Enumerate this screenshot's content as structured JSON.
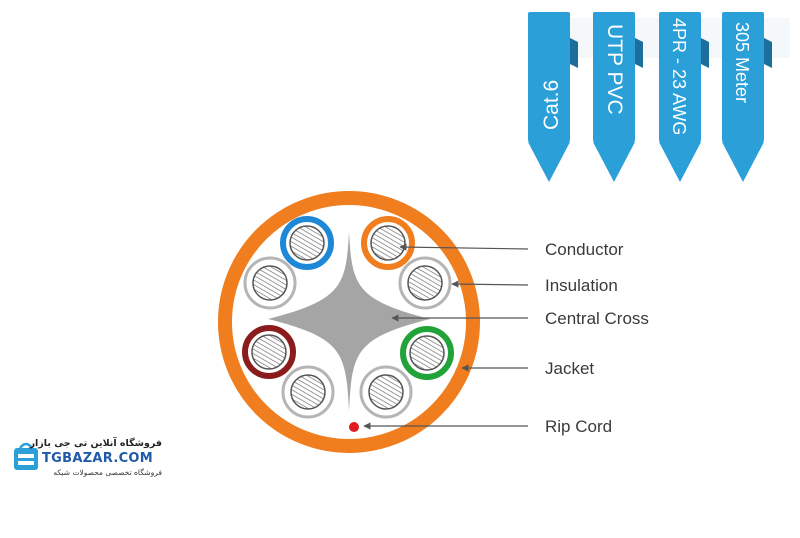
{
  "tags": [
    {
      "text": "Cat.6",
      "color": "#2a9fd8"
    },
    {
      "text": "UTP PVC",
      "color": "#2a9fd8"
    },
    {
      "text": "4PR - 23 AWG",
      "color": "#2a9fd8"
    },
    {
      "text": "305 Meter",
      "color": "#2a9fd8"
    }
  ],
  "labels": {
    "conductor": "Conductor",
    "insulation": "Insulation",
    "central_cross": "Central Cross",
    "jacket": "Jacket",
    "rip_cord": "Rip Cord"
  },
  "colors": {
    "jacket": "#f07d1e",
    "cross": "#a5a5a5",
    "pair_blue": "#1e88d6",
    "pair_orange": "#f07d1e",
    "pair_brown": "#8a1c1c",
    "pair_green": "#22a33a",
    "rip_cord": "#e01b1b"
  },
  "logo": {
    "name_fa": "فروشگاه آنلاین تی جی بازار",
    "name_en": "TGBAZAR.COM",
    "subtitle_fa": "فروشگاه تخصصی محصولات شبکه"
  }
}
